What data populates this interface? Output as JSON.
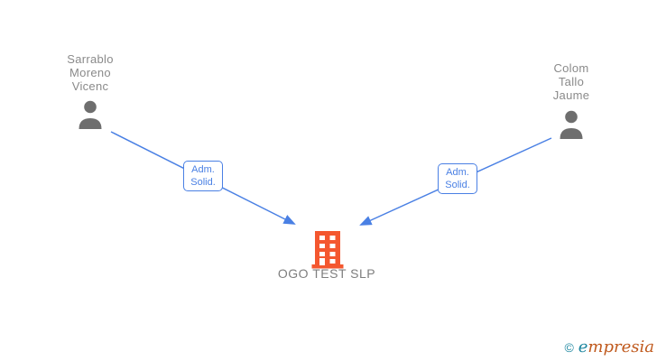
{
  "diagram": {
    "persons": [
      {
        "name": "Sarrablo Moreno Vicenc"
      },
      {
        "name": "Colom Tallo Jaume"
      }
    ],
    "company": {
      "name": "OGO TEST SLP"
    },
    "edges": [
      {
        "label": "Adm. Solid."
      },
      {
        "label": "Adm. Solid."
      }
    ],
    "icons": {
      "person": "person-icon",
      "company": "building-icon"
    },
    "colors": {
      "edge_blue": "#4A80E4",
      "building_orange": "#F4572F",
      "person_gray": "#6E6E6E",
      "text_gray": "#8A8A8A"
    }
  },
  "footer": {
    "copyright": "©",
    "brand": "empresia",
    "colors": {
      "teal": "#1E87A0",
      "rust": "#C05A1E"
    }
  }
}
